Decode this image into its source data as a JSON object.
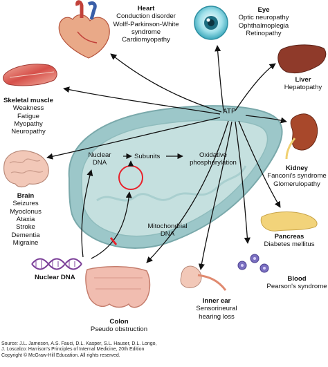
{
  "organs": {
    "heart": {
      "title": "Heart",
      "details": [
        "Conduction disorder",
        "Wolff-Parkinson-White",
        "syndrome",
        "Cardiomyopathy"
      ]
    },
    "eye": {
      "title": "Eye",
      "details": [
        "Optic neuropathy",
        "Ophthalmoplegia",
        "Retinopathy"
      ]
    },
    "liver": {
      "title": "Liver",
      "details": [
        "Hepatopathy"
      ]
    },
    "skeletal_muscle": {
      "title": "Skeletal muscle",
      "details": [
        "Weakness",
        "Fatigue",
        "Myopathy",
        "Neuropathy"
      ]
    },
    "kidney": {
      "title": "Kidney",
      "details": [
        "Fanconi's syndrome",
        "Glomerulopathy"
      ]
    },
    "brain": {
      "title": "Brain",
      "details": [
        "Seizures",
        "Myoclonus",
        "Ataxia",
        "Stroke",
        "Dementia",
        "Migraine"
      ]
    },
    "pancreas": {
      "title": "Pancreas",
      "details": [
        "Diabetes mellitus"
      ]
    },
    "blood": {
      "title": "Blood",
      "details": [
        "Pearson's syndrome"
      ]
    },
    "inner_ear": {
      "title": "Inner ear",
      "details": [
        "Sensorineural",
        "hearing loss"
      ]
    },
    "colon": {
      "title": "Colon",
      "details": [
        "Pseudo obstruction"
      ]
    }
  },
  "mito_labels": {
    "atp": "ATP",
    "nuclear_dna_line1": "Nuclear",
    "nuclear_dna_line2": "DNA",
    "subunits": "Subunits",
    "oxphos_line1": "Oxidative",
    "oxphos_line2": "phosphorylation",
    "mito_dna_line1": "Mitochondrial",
    "mito_dna_line2": "DNA"
  },
  "nuclear_dna_label": "Nuclear DNA",
  "source": [
    "Source: J.L. Jameson, A.S. Fauci, D.L. Kasper, S.L. Hauser, D.L. Longo,",
    "J. Loscalzo: Harrison's Principles of Internal Medicine, 20th Edition",
    "Copyright © McGraw-Hill Education. All rights reserved."
  ],
  "colors": {
    "mito_outer": "#9cc7c9",
    "mito_inner": "#c5e0df",
    "mtdna_circle": "#e8202a",
    "dna_helix": "#7b3f98",
    "block_mark": "#e8202a",
    "arrow": "#111111"
  },
  "icons": [
    "heart-icon",
    "eye-icon",
    "liver-icon",
    "muscle-icon",
    "kidney-icon",
    "brain-icon",
    "pancreas-icon",
    "blood-cells-icon",
    "inner-ear-icon",
    "colon-icon",
    "dna-helix-icon"
  ]
}
